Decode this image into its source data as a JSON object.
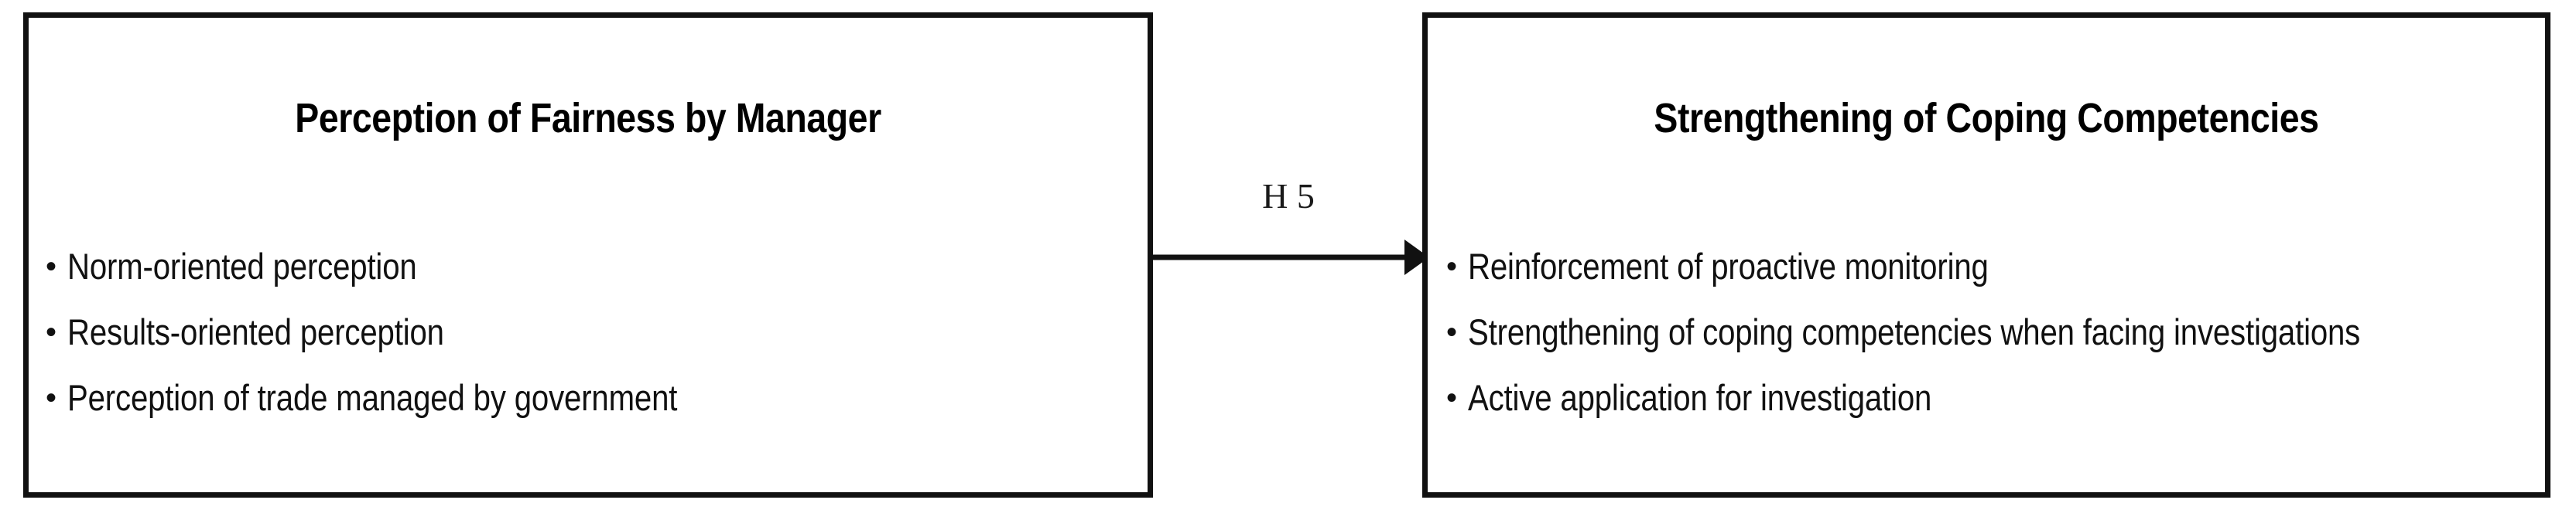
{
  "diagram": {
    "type": "research-model-hypothesis-diagram",
    "background_color": "#ffffff",
    "line_color": "#111111",
    "text_color": "#000000",
    "boxes": [
      {
        "id": "perception-of-fairness-by-manager",
        "title": "Perception of Fairness by Manager",
        "bullet_glyph": "•",
        "bullets": [
          "Norm-oriented perception",
          "Results-oriented perception",
          "Perception of trade managed by government"
        ]
      },
      {
        "id": "strengthening-of-coping-competencies",
        "title": "Strengthening of Coping Competencies",
        "bullet_glyph": "•",
        "bullets": [
          "Reinforcement of proactive monitoring",
          "Strengthening of coping competencies when facing investigations",
          "Active application for investigation"
        ]
      }
    ],
    "connector": {
      "label": "H 5",
      "direction": "left-to-right",
      "style": "solid-arrow"
    }
  }
}
